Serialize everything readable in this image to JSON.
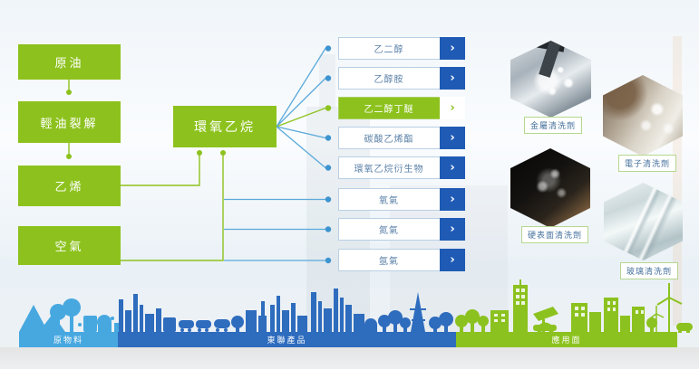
{
  "flow": {
    "left_chain": [
      {
        "label": "原油"
      },
      {
        "label": "輕油裂解"
      },
      {
        "label": "乙烯"
      },
      {
        "label": "空氣"
      }
    ],
    "center": {
      "label": "環氧乙烷"
    },
    "products": [
      {
        "label": "乙二醇",
        "highlighted": false
      },
      {
        "label": "乙醇胺",
        "highlighted": false
      },
      {
        "label": "乙二醇丁醚",
        "highlighted": true
      },
      {
        "label": "碳酸乙烯酯",
        "highlighted": false
      },
      {
        "label": "環氧乙烷衍生物",
        "highlighted": false
      },
      {
        "label": "氧氣",
        "highlighted": false
      },
      {
        "label": "氮氣",
        "highlighted": false
      },
      {
        "label": "氬氣",
        "highlighted": false
      }
    ],
    "arrow_glyph": "›"
  },
  "applications": [
    {
      "label": "金屬清洗劑",
      "image": "metal-cleaning-photo"
    },
    {
      "label": "電子清洗劑",
      "image": "electronics-cleaning-photo"
    },
    {
      "label": "硬表面清洗劑",
      "image": "hard-surface-cleaning-photo"
    },
    {
      "label": "玻璃清洗劑",
      "image": "glass-cleaning-photo"
    }
  ],
  "legend_bands": [
    {
      "label": "原物料",
      "color": "#47a8e0"
    },
    {
      "label": "東聯產品",
      "color": "#2e6cbe"
    },
    {
      "label": "應用面",
      "color": "#8cc21f"
    }
  ],
  "colors": {
    "flow_green": "#8dc21e",
    "arrow_blue": "#1f5bb5",
    "connector_blue": "#5aa9da",
    "connector_dot_blue": "#3d94cf",
    "box_border": "#b8cfe4",
    "box_label_text": "#5b81a8"
  }
}
